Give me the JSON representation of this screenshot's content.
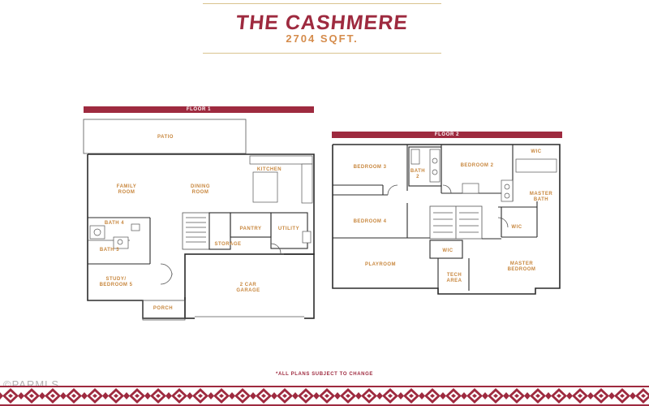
{
  "header": {
    "title": "THE CASHMERE",
    "subtitle": "2704 SQFT."
  },
  "floor1": {
    "label": "FLOOR 1",
    "rooms": {
      "patio": "PATIO",
      "family_room": [
        "FAMILY",
        "ROOM"
      ],
      "dining_room": [
        "DINING",
        "ROOM"
      ],
      "kitchen": "KITCHEN",
      "bath4": "BATH 4",
      "bath3": "BATH 3",
      "pantry": "PANTRY",
      "utility": "UTILITY",
      "storage": "STORAGE",
      "study": [
        "STUDY/",
        "BEDROOM 5"
      ],
      "garage": [
        "2 CAR",
        "GARAGE"
      ],
      "porch": "PORCH"
    }
  },
  "floor2": {
    "label": "FLOOR 2",
    "rooms": {
      "bedroom3": "BEDROOM 3",
      "bath2": [
        "BATH",
        "2"
      ],
      "bedroom2": "BEDROOM 2",
      "wic_top": "WIC",
      "master_bath": [
        "MASTER",
        "BATH"
      ],
      "bedroom4": "BEDROOM 4",
      "wic_right": "WIC",
      "playroom": "PLAYROOM",
      "wic_left": "WIC",
      "tech_area": [
        "TECH",
        "AREA"
      ],
      "master_bedroom": [
        "MASTER",
        "BEDROOM"
      ]
    }
  },
  "footer": {
    "disclaimer": "*ALL PLANS SUBJECT TO CHANGE",
    "watermark": "©PARMLS"
  },
  "colors": {
    "brand": "#9e2a3f",
    "accent": "#c8873e",
    "rule": "#d9c48f"
  }
}
